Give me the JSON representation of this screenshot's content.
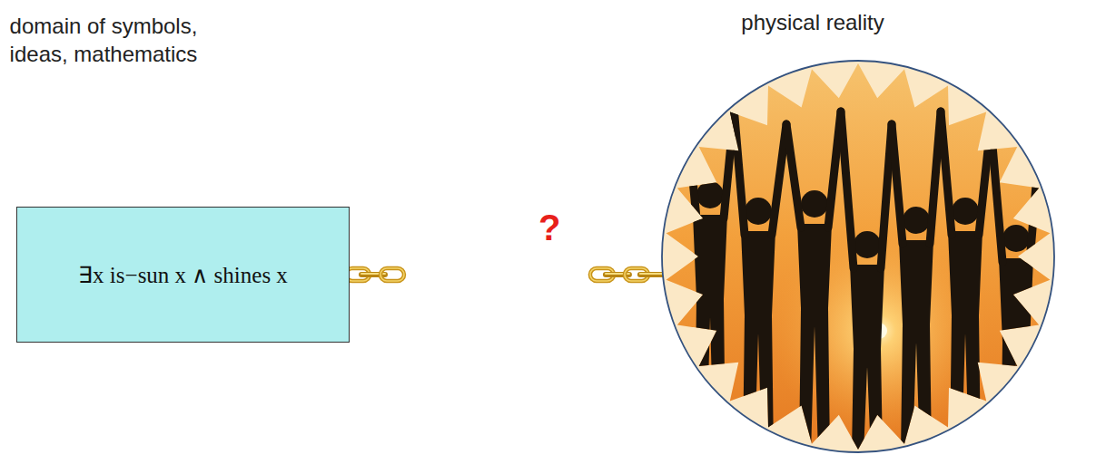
{
  "diagram": {
    "nodes": [
      {
        "text": [
          "domain of symbols, ideas, mathematics",
          "∃x is−sun x ∧ shines x"
        ]
      },
      {
        "text": [
          "physical reality"
        ]
      }
    ],
    "edges": [
      {
        "from": 0,
        "to": 1,
        "arrow": "none",
        "label": "?"
      }
    ]
  }
}
